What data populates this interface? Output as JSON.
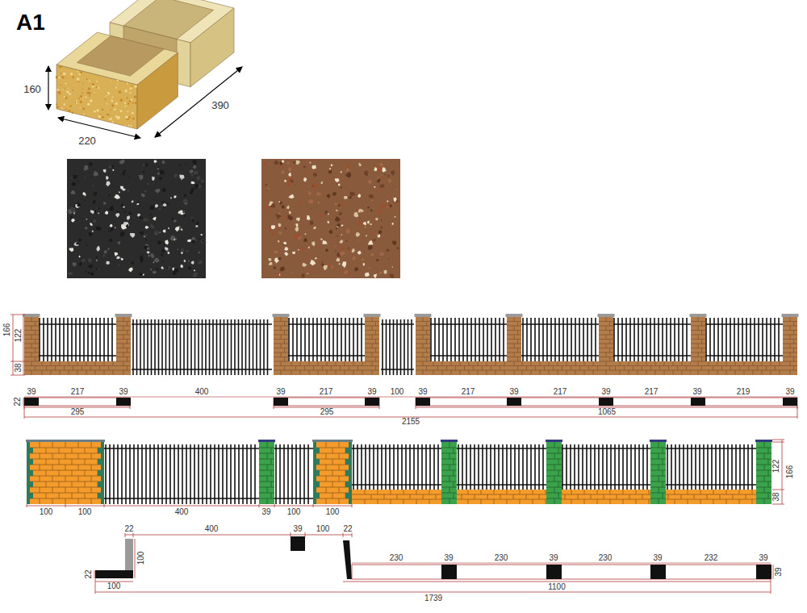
{
  "diagram": {
    "labels": [
      "A1",
      "160",
      "220",
      "390",
      "166",
      "122",
      "38",
      "39",
      "217",
      "39",
      "400",
      "39",
      "217",
      "39",
      "100",
      "39",
      "217",
      "39",
      "217",
      "39",
      "217",
      "39",
      "219",
      "39",
      "22",
      "295",
      "295",
      "1065",
      "2155",
      "100",
      "100",
      "400",
      "39",
      "100",
      "100",
      "122",
      "166",
      "38",
      "22",
      "400",
      "39",
      "100",
      "22",
      "100",
      "22",
      "100",
      "230",
      "39",
      "230",
      "39",
      "230",
      "39",
      "232",
      "39",
      "39",
      "1100",
      "1739"
    ]
  }
}
